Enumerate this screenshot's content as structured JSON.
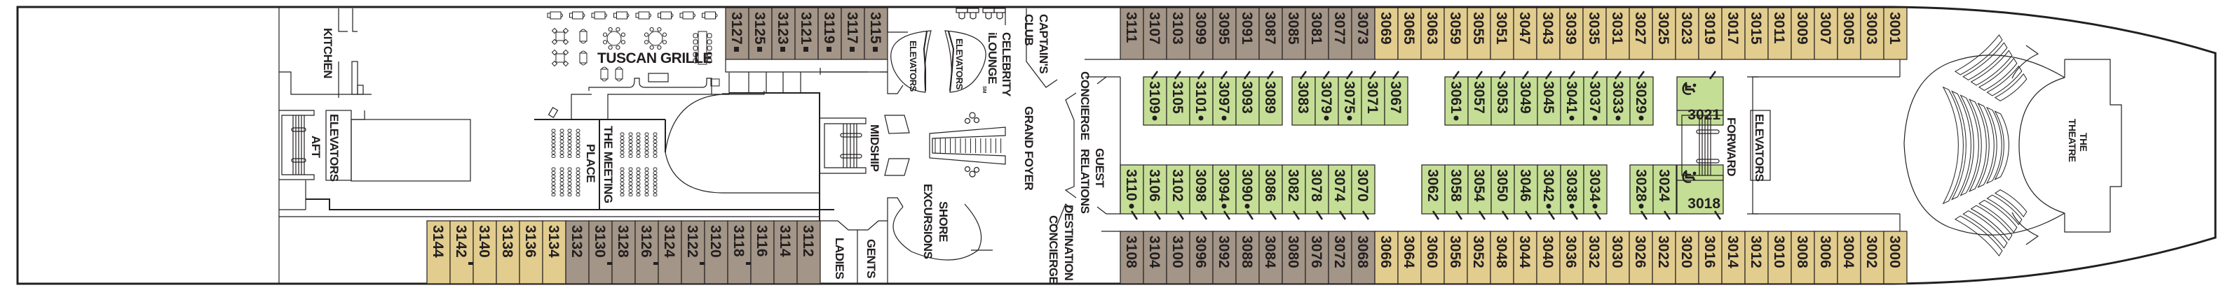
{
  "deck_plan": {
    "colors": {
      "tan": "#E2CD8F",
      "gray": "#A39587",
      "green": "#C5DE96",
      "line": "#231f20",
      "background": "#FFFFFF"
    },
    "venues": {
      "kitchen": "KITCHEN",
      "tuscan_grille": "TUSCAN GRILLE",
      "aft": "AFT",
      "aft_elevators": "ELEVATORS",
      "meeting_place_1": "THE MEETING",
      "meeting_place_2": "PLACE",
      "celebrity_ilounge_1": "CELEBRITY",
      "celebrity_ilounge_2": "iLOUNGE",
      "celebrity_ilounge_sm": "SM",
      "mid_elevators_a": "ELEVATORS",
      "mid_elevators_b": "ELEVATORS",
      "midship": "MIDSHIP",
      "shore_excursions_1": "SHORE",
      "shore_excursions_2": "EXCURSIONS",
      "ladies": "LADIES",
      "gents": "GENTS",
      "captains_club_1": "CAPTAIN'S",
      "captains_club_2": "CLUB",
      "grand_foyer": "GRAND FOYER",
      "concierge": "CONCIERGE",
      "guest_relations_1": "GUEST",
      "guest_relations_2": "RELATIONS",
      "destination_concierge_1": "DESTINATION",
      "destination_concierge_2": "CONCIERGE",
      "forward": "FORWARD",
      "forward_elevators": "ELEVATORS",
      "theatre_1": "THE",
      "theatre_2": "THEATRE"
    },
    "legend_symbols": {
      "dot": "●",
      "square": "■",
      "wheelchair": "accessible-icon"
    },
    "cabin_rows": [
      {
        "name": "top-aft",
        "cabins": [
          {
            "num": "3127",
            "color": "gray",
            "mark": "square"
          },
          {
            "num": "3125",
            "color": "gray",
            "mark": "square"
          },
          {
            "num": "3123",
            "color": "gray",
            "mark": "square"
          },
          {
            "num": "3121",
            "color": "gray",
            "mark": "square"
          },
          {
            "num": "3119",
            "color": "gray",
            "mark": "square"
          },
          {
            "num": "3117",
            "color": "gray",
            "mark": "square"
          },
          {
            "num": "3115",
            "color": "gray",
            "mark": "square"
          }
        ]
      },
      {
        "name": "top-forward",
        "cabins": [
          {
            "num": "3111",
            "color": "gray"
          },
          {
            "num": "3107",
            "color": "gray"
          },
          {
            "num": "3103",
            "color": "gray"
          },
          {
            "num": "3099",
            "color": "gray"
          },
          {
            "num": "3095",
            "color": "gray"
          },
          {
            "num": "3091",
            "color": "gray"
          },
          {
            "num": "3087",
            "color": "gray"
          },
          {
            "num": "3085",
            "color": "gray"
          },
          {
            "num": "3081",
            "color": "gray"
          },
          {
            "num": "3077",
            "color": "gray"
          },
          {
            "num": "3073",
            "color": "gray"
          },
          {
            "num": "3069",
            "color": "tan"
          },
          {
            "num": "3065",
            "color": "tan"
          },
          {
            "num": "3063",
            "color": "tan"
          },
          {
            "num": "3059",
            "color": "tan"
          },
          {
            "num": "3055",
            "color": "tan"
          },
          {
            "num": "3051",
            "color": "tan"
          },
          {
            "num": "3047",
            "color": "tan"
          },
          {
            "num": "3043",
            "color": "tan"
          },
          {
            "num": "3039",
            "color": "tan"
          },
          {
            "num": "3035",
            "color": "tan"
          },
          {
            "num": "3031",
            "color": "tan"
          },
          {
            "num": "3027",
            "color": "tan"
          },
          {
            "num": "3025",
            "color": "tan"
          },
          {
            "num": "3023",
            "color": "tan"
          },
          {
            "num": "3019",
            "color": "tan"
          },
          {
            "num": "3017",
            "color": "tan"
          },
          {
            "num": "3015",
            "color": "tan"
          },
          {
            "num": "3011",
            "color": "tan"
          },
          {
            "num": "3009",
            "color": "tan"
          },
          {
            "num": "3007",
            "color": "tan"
          },
          {
            "num": "3005",
            "color": "tan"
          },
          {
            "num": "3003",
            "color": "tan"
          },
          {
            "num": "3001",
            "color": "tan"
          }
        ]
      },
      {
        "name": "inner-upper",
        "cabins": [
          {
            "num": "3109",
            "color": "green",
            "mark": "dot"
          },
          {
            "num": "3105",
            "color": "green"
          },
          {
            "num": "3101",
            "color": "green",
            "mark": "dot"
          },
          {
            "num": "3097",
            "color": "green",
            "mark": "dot"
          },
          {
            "num": "3093",
            "color": "green"
          },
          {
            "num": "3089",
            "color": "green"
          },
          {
            "num": "3083",
            "color": "green"
          },
          {
            "num": "3079",
            "color": "green",
            "mark": "dot"
          },
          {
            "num": "3075",
            "color": "green",
            "mark": "dot"
          },
          {
            "num": "3071",
            "color": "green"
          },
          {
            "num": "3067",
            "color": "green"
          },
          {
            "num": "3061",
            "color": "green",
            "mark": "dot"
          },
          {
            "num": "3057",
            "color": "green"
          },
          {
            "num": "3053",
            "color": "green"
          },
          {
            "num": "3049",
            "color": "green"
          },
          {
            "num": "3045",
            "color": "green"
          },
          {
            "num": "3041",
            "color": "green",
            "mark": "dot"
          },
          {
            "num": "3037",
            "color": "green",
            "mark": "dot"
          },
          {
            "num": "3033",
            "color": "green",
            "mark": "dot"
          },
          {
            "num": "3029",
            "color": "green",
            "mark": "dot"
          },
          {
            "num": "3021",
            "color": "green",
            "mark": "wheelchair"
          }
        ]
      },
      {
        "name": "inner-lower",
        "cabins": [
          {
            "num": "3110",
            "color": "green",
            "mark": "dot"
          },
          {
            "num": "3106",
            "color": "green"
          },
          {
            "num": "3102",
            "color": "green"
          },
          {
            "num": "3098",
            "color": "green"
          },
          {
            "num": "3094",
            "color": "green",
            "mark": "dot"
          },
          {
            "num": "3090",
            "color": "green",
            "mark": "dot"
          },
          {
            "num": "3086",
            "color": "green"
          },
          {
            "num": "3082",
            "color": "green"
          },
          {
            "num": "3078",
            "color": "green"
          },
          {
            "num": "3074",
            "color": "green"
          },
          {
            "num": "3070",
            "color": "green"
          },
          {
            "num": "3062",
            "color": "green"
          },
          {
            "num": "3058",
            "color": "green"
          },
          {
            "num": "3054",
            "color": "green"
          },
          {
            "num": "3050",
            "color": "green"
          },
          {
            "num": "3046",
            "color": "green"
          },
          {
            "num": "3042",
            "color": "green",
            "mark": "dot"
          },
          {
            "num": "3038",
            "color": "green",
            "mark": "dot"
          },
          {
            "num": "3034",
            "color": "green",
            "mark": "dot"
          },
          {
            "num": "3028",
            "color": "green",
            "mark": "dot"
          },
          {
            "num": "3024",
            "color": "green"
          },
          {
            "num": "3018",
            "color": "green",
            "mark": "wheelchair"
          }
        ]
      },
      {
        "name": "bottom-aft",
        "cabins": [
          {
            "num": "3144",
            "color": "tan"
          },
          {
            "num": "3142",
            "color": "tan",
            "mark": "connect"
          },
          {
            "num": "3140",
            "color": "tan"
          },
          {
            "num": "3138",
            "color": "tan"
          },
          {
            "num": "3136",
            "color": "tan"
          },
          {
            "num": "3134",
            "color": "tan"
          },
          {
            "num": "3132",
            "color": "gray"
          },
          {
            "num": "3130",
            "color": "gray",
            "mark": "connect"
          },
          {
            "num": "3128",
            "color": "gray"
          },
          {
            "num": "3126",
            "color": "gray",
            "mark": "connect"
          },
          {
            "num": "3124",
            "color": "gray"
          },
          {
            "num": "3122",
            "color": "gray",
            "mark": "connect"
          },
          {
            "num": "3120",
            "color": "gray"
          },
          {
            "num": "3118",
            "color": "gray",
            "mark": "connect"
          },
          {
            "num": "3116",
            "color": "gray"
          },
          {
            "num": "3114",
            "color": "gray"
          },
          {
            "num": "3112",
            "color": "gray"
          }
        ]
      },
      {
        "name": "bottom-forward",
        "cabins": [
          {
            "num": "3108",
            "color": "gray"
          },
          {
            "num": "3104",
            "color": "gray"
          },
          {
            "num": "3100",
            "color": "gray"
          },
          {
            "num": "3096",
            "color": "gray"
          },
          {
            "num": "3092",
            "color": "gray"
          },
          {
            "num": "3088",
            "color": "gray"
          },
          {
            "num": "3084",
            "color": "gray"
          },
          {
            "num": "3080",
            "color": "gray"
          },
          {
            "num": "3076",
            "color": "gray"
          },
          {
            "num": "3072",
            "color": "gray"
          },
          {
            "num": "3068",
            "color": "gray"
          },
          {
            "num": "3066",
            "color": "tan"
          },
          {
            "num": "3064",
            "color": "tan"
          },
          {
            "num": "3060",
            "color": "tan"
          },
          {
            "num": "3056",
            "color": "tan"
          },
          {
            "num": "3052",
            "color": "tan"
          },
          {
            "num": "3048",
            "color": "tan"
          },
          {
            "num": "3044",
            "color": "tan"
          },
          {
            "num": "3040",
            "color": "tan"
          },
          {
            "num": "3036",
            "color": "tan"
          },
          {
            "num": "3032",
            "color": "tan"
          },
          {
            "num": "3030",
            "color": "tan"
          },
          {
            "num": "3026",
            "color": "tan"
          },
          {
            "num": "3022",
            "color": "tan"
          },
          {
            "num": "3020",
            "color": "tan"
          },
          {
            "num": "3016",
            "color": "tan"
          },
          {
            "num": "3014",
            "color": "tan"
          },
          {
            "num": "3012",
            "color": "tan"
          },
          {
            "num": "3010",
            "color": "tan"
          },
          {
            "num": "3008",
            "color": "tan"
          },
          {
            "num": "3006",
            "color": "tan"
          },
          {
            "num": "3004",
            "color": "tan"
          },
          {
            "num": "3002",
            "color": "tan"
          },
          {
            "num": "3000",
            "color": "tan"
          }
        ]
      }
    ]
  }
}
